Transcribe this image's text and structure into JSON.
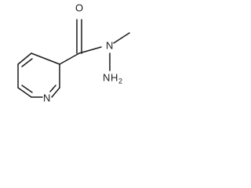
{
  "molecule": {
    "atoms": {
      "oxygen": "O",
      "amide_nitrogen": "N",
      "hydrazine_nitrogen": "N",
      "hydrazine_hydrogen": "H",
      "hydrazine_hydrogen_count": "2",
      "ring_nitrogen": "N"
    }
  },
  "colors": {
    "bond": "#1a1a1a",
    "label": "#1a1a1a",
    "background": "#ffffff"
  }
}
